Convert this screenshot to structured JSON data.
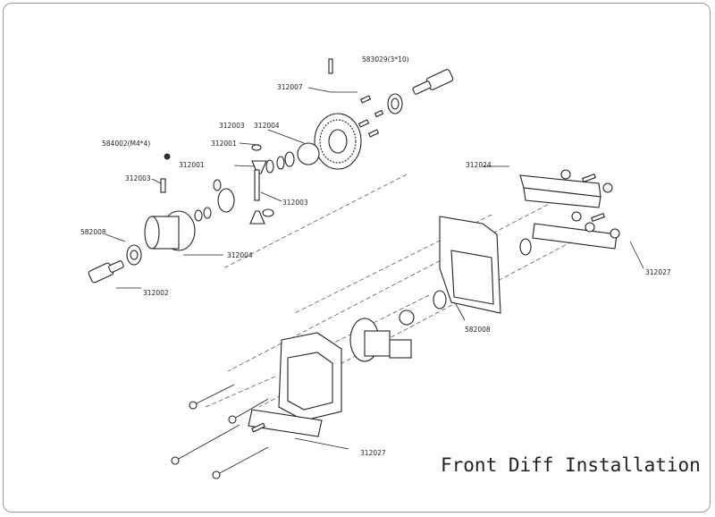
{
  "title": "Front Diff Installation",
  "labels": {
    "screw_583029": "583029(3*10)",
    "p312007": "312007",
    "p312003_top": "312003",
    "p312004_top": "312004",
    "p312001_a": "312001",
    "screw_584002": "584002(M4*4)",
    "p312001_b": "312001",
    "p312003_left": "312003",
    "p312003_mid": "312003",
    "bearing_582008_left": "582008",
    "p312004_bottom": "312004",
    "p312002": "312002",
    "p312024": "312024",
    "p312027_right": "312027",
    "bearing_582008_mid": "582008",
    "p312027_bottom": "312027"
  }
}
